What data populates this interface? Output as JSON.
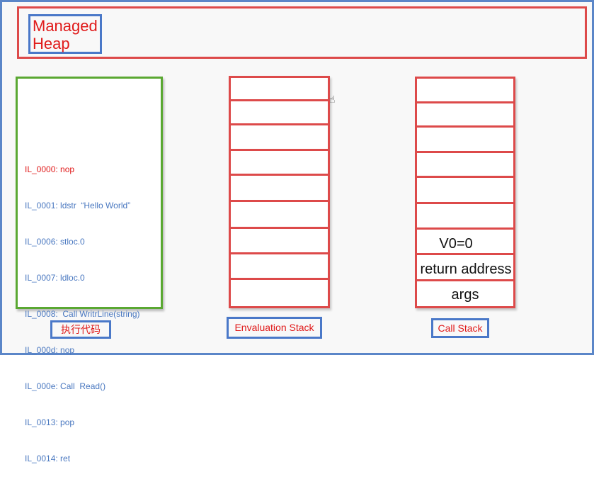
{
  "managed_heap": {
    "label_line1": "Managed",
    "label_line2": "Heap"
  },
  "code_panel": {
    "caption": "执行代码",
    "lines": [
      "IL_0000: nop",
      "IL_0001: ldstr  “Hello World”",
      "IL_0006: stloc.0",
      "IL_0007: ldloc.0",
      "IL_0008:  Call WritrLine(string)",
      "IL_000d: nop",
      "IL_000e: Call  Read()",
      "IL_0013: pop",
      "IL_0014: ret"
    ]
  },
  "evaluation_stack": {
    "caption": "Envaluation  Stack"
  },
  "call_stack": {
    "caption": "Call Stack",
    "slot_v0": "V0=0",
    "slot_return": "return address",
    "slot_args": "args"
  },
  "colors": {
    "heap_border": "#dd4a4a",
    "label_border": "#4a78c8",
    "code_border": "#5aa832",
    "current_line": "#e01a1a",
    "code_text": "#4a78c0"
  },
  "icons": {
    "cursor": "hand-pointer-icon"
  }
}
